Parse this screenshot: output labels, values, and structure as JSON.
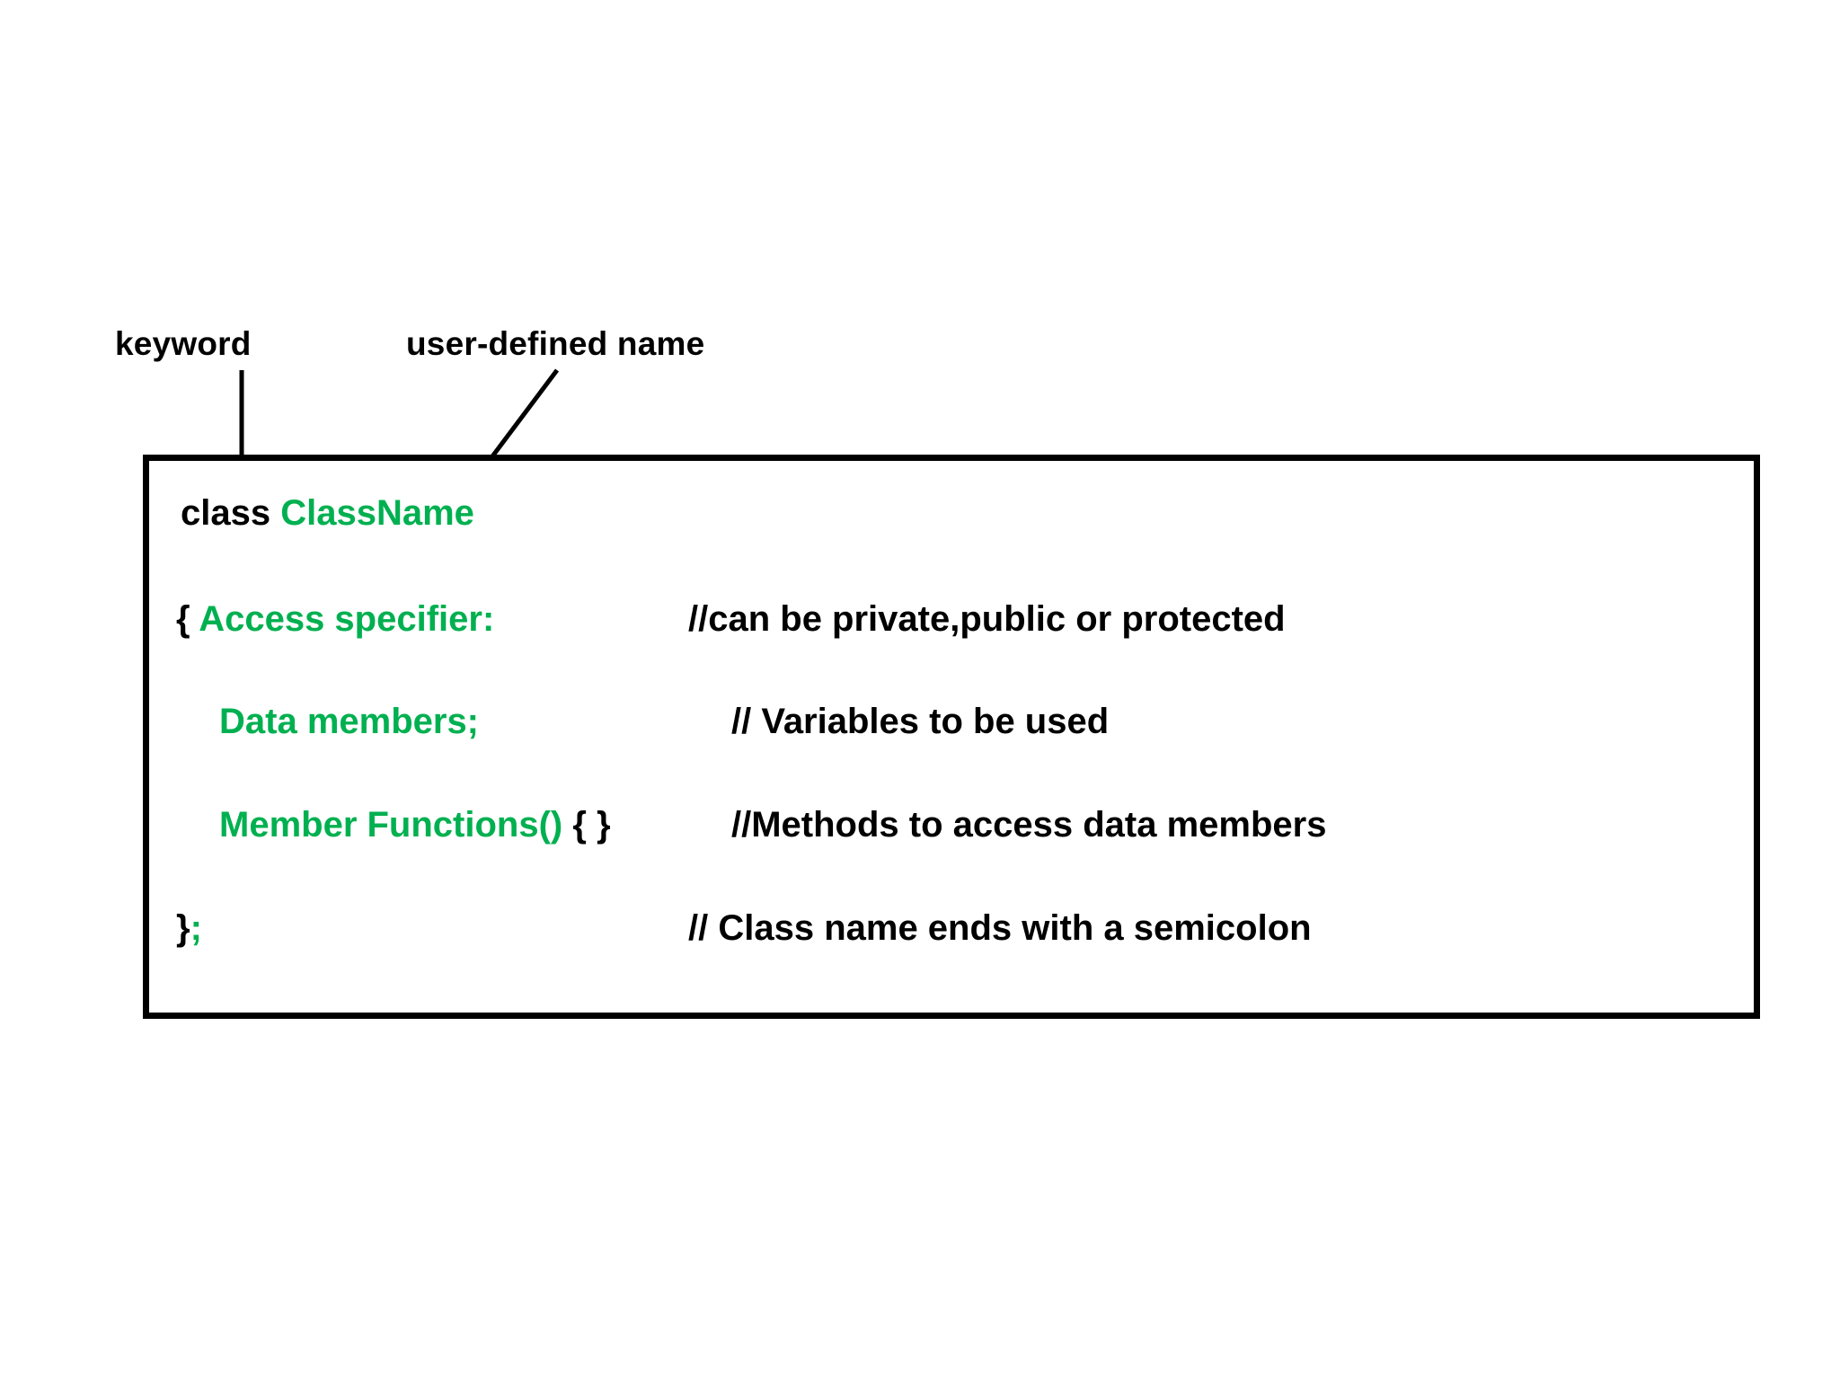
{
  "diagram": {
    "title": "C++ class declaration syntax",
    "background_color": "#ffffff",
    "keyword_color": "#000000",
    "identifier_color": "#00b050",
    "border_color": "#000000"
  },
  "callouts": [
    {
      "id": "keyword",
      "label": "keyword",
      "arrow": "vertical-down",
      "points_to": "class"
    },
    {
      "id": "user-defined",
      "label": "user-defined name",
      "arrow": "diagonal-down-left",
      "points_to": "ClassName"
    }
  ],
  "code_block": {
    "lines": [
      {
        "id": "line-1",
        "segments": [
          {
            "text": "class ",
            "color": "black"
          },
          {
            "text": "ClassName",
            "color": "green"
          }
        ],
        "comment": ""
      },
      {
        "id": "line-2",
        "segments": [
          {
            "text": "{  ",
            "color": "black"
          },
          {
            "text": "Access specifier:",
            "color": "green"
          }
        ],
        "comment": "//can be private,public or protected"
      },
      {
        "id": "line-3",
        "segments": [
          {
            "text": "Data members;",
            "color": "green"
          }
        ],
        "comment": "// Variables to be used"
      },
      {
        "id": "line-4",
        "segments": [
          {
            "text": "Member Functions()",
            "color": "green"
          },
          {
            "text": " { }",
            "color": "black"
          }
        ],
        "comment": "//Methods to access data members"
      },
      {
        "id": "line-5",
        "segments": [
          {
            "text": "}",
            "color": "black"
          },
          {
            "text": ";",
            "color": "green"
          }
        ],
        "comment": "// Class name ends with a semicolon"
      }
    ]
  },
  "text": {
    "label_keyword": "keyword",
    "label_user_defined": "user-defined name",
    "l1_a": "class ",
    "l1_b": "ClassName",
    "l2_a": "{  ",
    "l2_b": "Access specifier:",
    "l2_comment": "//can be private,public or protected",
    "l3_a": "Data members;",
    "l3_comment": "// Variables to be used",
    "l4_a": "Member Functions()",
    "l4_b": " { }",
    "l4_comment": "//Methods to access data members",
    "l5_a": "}",
    "l5_b": ";",
    "l5_comment": "// Class name ends with a semicolon"
  }
}
